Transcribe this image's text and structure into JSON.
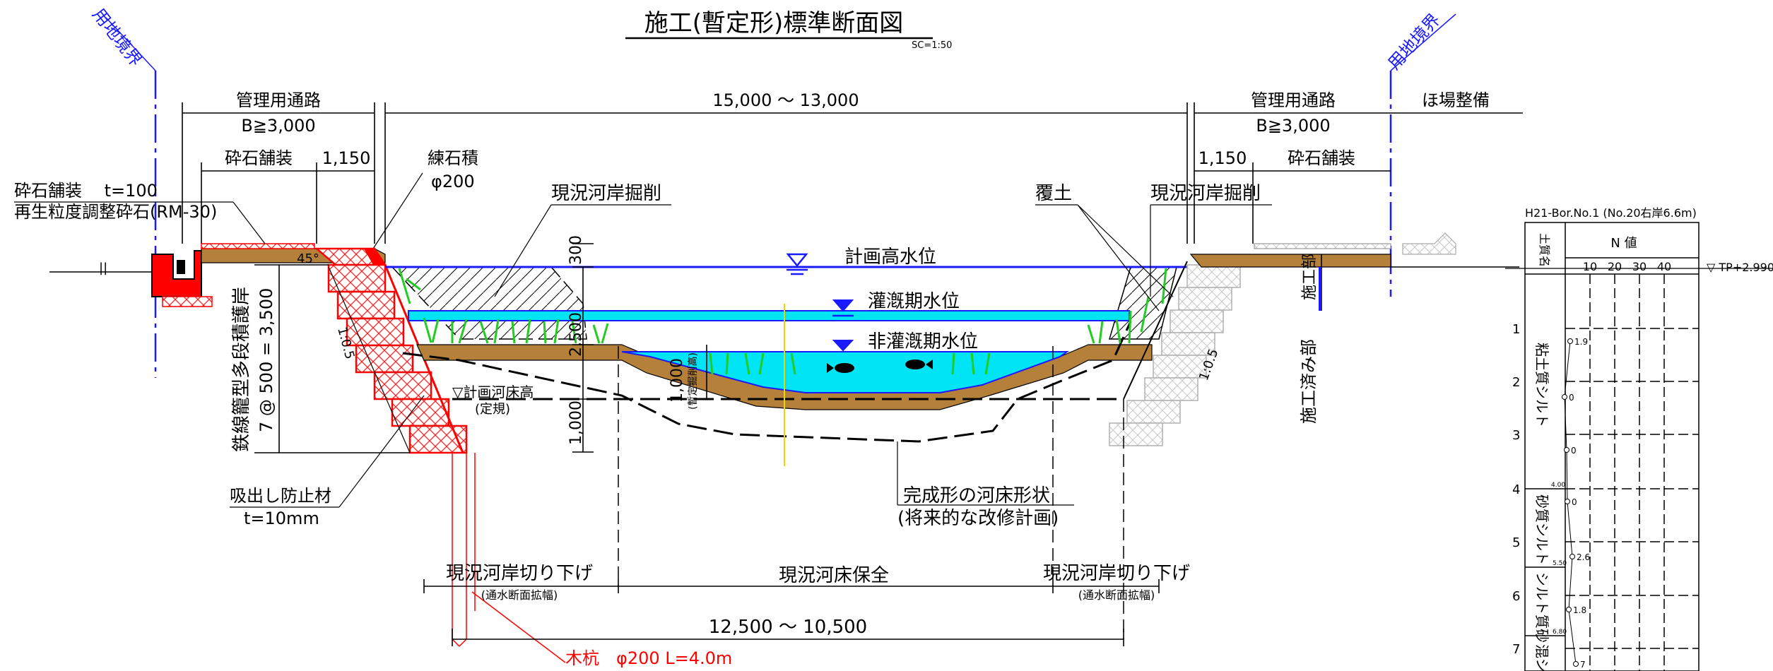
{
  "title": "施工(暫定形)標準断面図",
  "scale": "SC=1:50",
  "boundary_left": "用地境界",
  "boundary_right": "用地境界",
  "top_dims": {
    "left_road": "管理用通路",
    "left_b": "B≧3,000",
    "center": "15,000 ～ 13,000",
    "right_road": "管理用通路",
    "right_b": "B≧3,000",
    "farm": "ほ場整備"
  },
  "sub_dims": {
    "left_gravel": "砕石舗装",
    "left_1150": "1,150",
    "right_1150": "1,150",
    "right_gravel": "砕石舗装"
  },
  "labels": {
    "pavement1": "砕石舗装　 t=100",
    "pavement2": "再生粒度調整砕石(RM-30)",
    "masonry1": "練石積",
    "masonry2": "φ200",
    "excavation_left": "現況河岸掘削",
    "excavation_right": "現況河岸掘削",
    "cover": "覆土",
    "angle": "45°",
    "gabion": "鉄線籠型多段積護岸",
    "gabion_dim": "7 @ 500 = 3,500",
    "slope_left": "1:0.5",
    "slope_right": "1:0.5",
    "plan_bed1": "▽計画河床高",
    "plan_bed2": "(定規)",
    "suction1": "吸出し防止材",
    "suction2": "t=10mm",
    "pile": "木杭　φ200 L=4.0m",
    "final1": "完成形の河床形状",
    "final2": "(将来的な改修計画)",
    "construction_done": "施工済み部",
    "construction": "施工部",
    "mark_ii": "||"
  },
  "water_levels": {
    "hwl": "計画高水位",
    "irrigation": "灌漑期水位",
    "non_irrigation": "非灌漑期水位"
  },
  "vertical_dims": {
    "d300": "300",
    "d2500": "2,500",
    "d1000": "1,000",
    "d1000b": "1,000",
    "temp_excavation": "(暫定掘削高)"
  },
  "bottom_dims": {
    "cut_left": "現況河岸切り下げ",
    "cut_left_sub": "(通水断面拡幅)",
    "preserve": "現況河床保全",
    "cut_right": "現況河岸切り下げ",
    "cut_right_sub": "(通水断面拡幅)",
    "total": "12,500 ～ 10,500"
  },
  "boring": {
    "title": "H21-Bor.No.1 (No.20右岸6.6m)",
    "col_soil": "土質名",
    "col_n": "N 値",
    "n_ticks": [
      "10",
      "20",
      "30",
      "40"
    ],
    "tp": "▽ TP+2.990",
    "depths": [
      "1",
      "2",
      "3",
      "4",
      "5",
      "6",
      "7"
    ],
    "layers": [
      {
        "name": "粘土質シルト",
        "bottom": "4.00"
      },
      {
        "name": "砂質シルト",
        "bottom": "5.50"
      },
      {
        "name": "シルト質砂",
        "bottom": "6.80"
      },
      {
        "name": "混シリル",
        "bottom": ""
      }
    ],
    "n_values": [
      "1.9",
      "0",
      "0",
      "0",
      "2.6",
      "1.8",
      "7"
    ]
  },
  "colors": {
    "water": "#00e5f5",
    "soil": "#b5803a",
    "blue": "#1a1aff",
    "red": "#ff0000",
    "plant": "#22cc22"
  }
}
